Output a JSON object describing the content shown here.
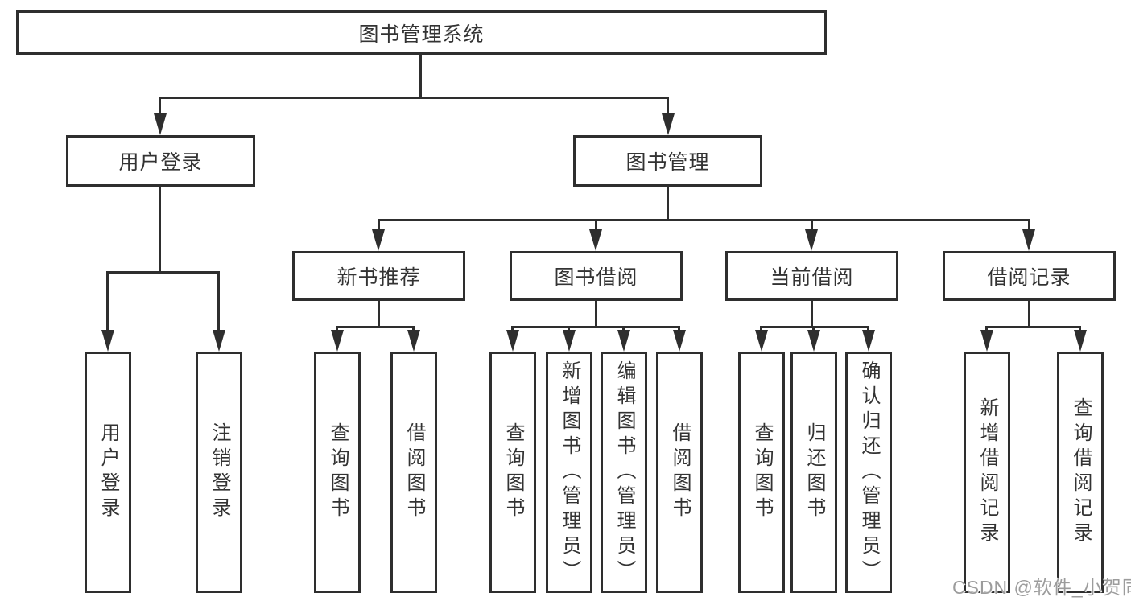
{
  "diagram": {
    "type": "hierarchy-tree",
    "colors": {
      "line": "#2e2e2e",
      "text": "#333333",
      "background": "#ffffff",
      "watermark": "#9c9c9c"
    },
    "nodes": {
      "root": "图书管理系统",
      "level2": [
        "用户登录",
        "图书管理"
      ],
      "level3": [
        "新书推荐",
        "图书借阅",
        "当前借阅",
        "借阅记录"
      ],
      "leaves": {
        "login": [
          "用户登录",
          "注销登录"
        ],
        "recommend": [
          "查询图书",
          "借阅图书"
        ],
        "borrow": [
          "查询图书",
          "新增图书（管理员）",
          "编辑图书（管理员）",
          "借阅图书"
        ],
        "current": [
          "查询图书",
          "归还图书",
          "确认归还（管理员）"
        ],
        "records": [
          "新增借阅记录",
          "查询借阅记录"
        ]
      }
    },
    "watermark": "CSDN @软件_小贺同学"
  }
}
